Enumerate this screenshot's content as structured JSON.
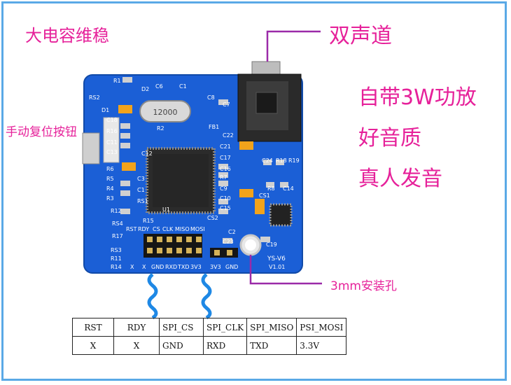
{
  "labels": {
    "capacitor": "大电容维稳",
    "stereo": "双声道",
    "amp": "自带3W功放",
    "quality": "好音质",
    "voice": "真人发音",
    "reset": "手动复位按钮",
    "hole": "3mm安装孔"
  },
  "board": {
    "name": "YS-V6",
    "version": "V1.01",
    "crystal": "12000",
    "pin_top": [
      "RST",
      "RDY",
      "CS",
      "CLK",
      "MISO",
      "MOSI"
    ],
    "pin_bottom": [
      "X",
      "X",
      "GND",
      "RXD",
      "TXD",
      "3V3"
    ],
    "power_pins": [
      "3V3",
      "GND"
    ],
    "components_left": [
      "R1",
      "R2",
      "RS2",
      "D1",
      "D2",
      "C18",
      "R16",
      "C11",
      "C13",
      "R6",
      "R5",
      "R4",
      "R3",
      "R12",
      "RS4",
      "R17",
      "RS3",
      "R11",
      "R14",
      "C3",
      "C1",
      "C12",
      "RS1",
      "R15"
    ],
    "components_right": [
      "C6",
      "C1",
      "C8",
      "C7",
      "FB1",
      "C22",
      "C21",
      "C17",
      "C16",
      "R7",
      "C9",
      "C10",
      "C15",
      "CS2",
      "C23",
      "C2",
      "C24",
      "R18",
      "R19",
      "R8",
      "C14",
      "CS1",
      "C19",
      "U1"
    ]
  },
  "table": {
    "rows": [
      [
        "RST",
        "RDY",
        "SPI_CS",
        "SPI_CLK",
        "SPI_MISO",
        "PSI_MOSI"
      ],
      [
        "X",
        "X",
        "GND",
        "RXD",
        "TXD",
        "3.3V"
      ]
    ]
  },
  "colors": {
    "label": "#e6219a",
    "board": "#1b5fd6",
    "frame": "#5aa9e6",
    "wire": "#1e88e5"
  }
}
